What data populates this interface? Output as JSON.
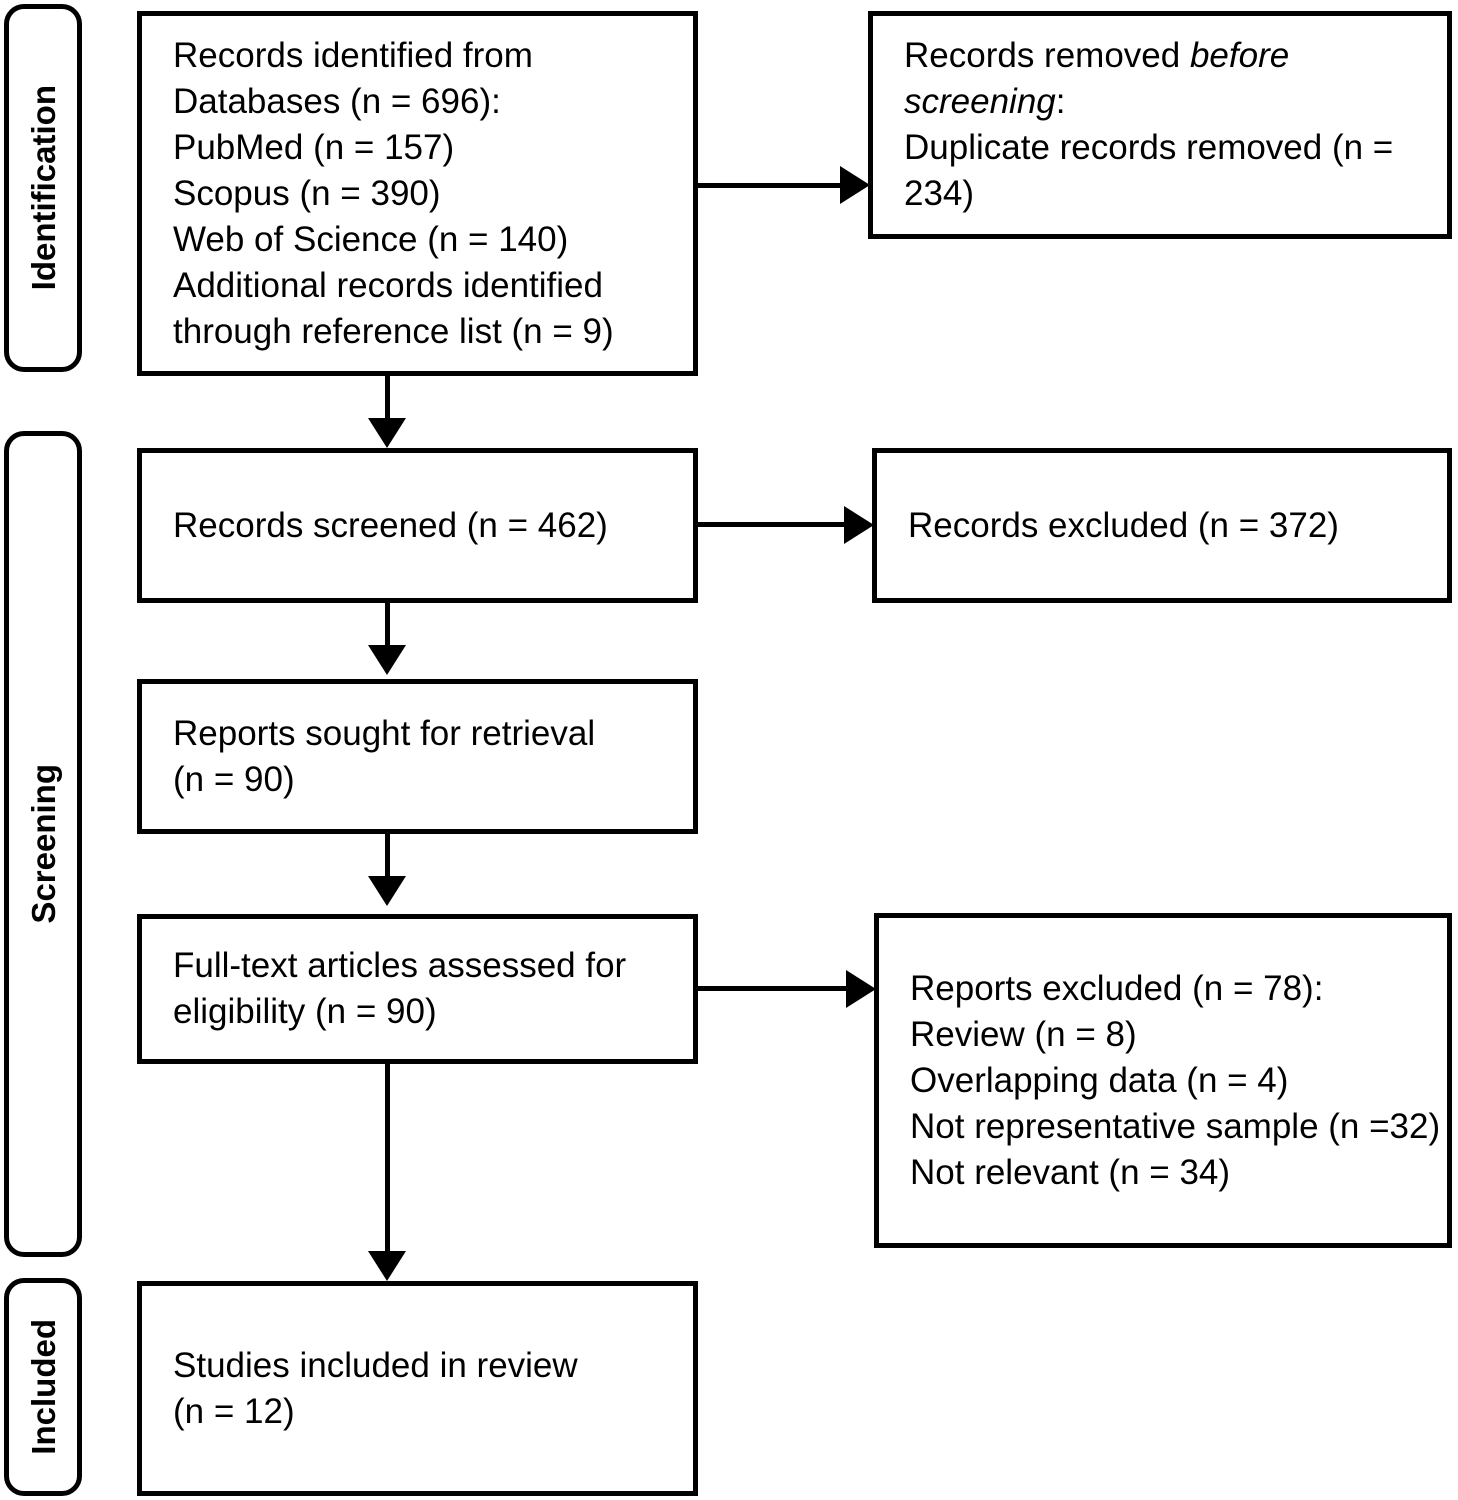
{
  "diagram": {
    "title": "PRISMA flow diagram",
    "type": "prisma-flowchart",
    "stroke_color": "#000000",
    "background_color": "#ffffff"
  },
  "phases": [
    {
      "id": "identification",
      "label": "Identification"
    },
    {
      "id": "screening",
      "label": "Screening"
    },
    {
      "id": "included",
      "label": "Included"
    }
  ],
  "boxes": {
    "identified": {
      "id": "records-identified",
      "phase": "identification",
      "text": "Records identified from\nDatabases (n = 696):\nPubMed (n = 157)\nScopus (n = 390)\nWeb of Science (n = 140)\nAdditional records identified\nthrough reference list (n = 9)",
      "lines": [
        "Records identified from",
        "Databases (n = 696):",
        "PubMed (n = 157)",
        "Scopus (n = 390)",
        "Web of Science (n = 140)",
        "Additional records identified",
        "through reference list (n = 9)"
      ]
    },
    "removed_before_screening": {
      "id": "records-removed-before-screening",
      "phase": "identification",
      "line1_plain": "Records removed ",
      "line1_italic": "before",
      "line2_italic": "screening",
      "line2_plain": ":",
      "line3": "Duplicate records removed (n =",
      "line4": "234)"
    },
    "screened": {
      "id": "records-screened",
      "phase": "screening",
      "text": "Records screened (n = 462)"
    },
    "excluded_screened": {
      "id": "records-excluded",
      "phase": "screening",
      "text": "Records excluded (n = 372)"
    },
    "sought": {
      "id": "reports-sought-for-retrieval",
      "phase": "screening",
      "text": "Reports sought for retrieval\n(n = 90)"
    },
    "assessed": {
      "id": "full-text-articles-assessed",
      "phase": "screening",
      "text": "Full-text articles assessed for\neligibility (n = 90)"
    },
    "reports_excluded": {
      "id": "reports-excluded",
      "phase": "screening",
      "text": "Reports excluded (n = 78):\nReview (n = 8)\nOverlapping data (n = 4)\nNot representative sample (n =32)\nNot relevant (n = 34)",
      "lines": [
        "Reports excluded (n = 78):",
        "Review (n = 8)",
        "Overlapping data (n = 4)",
        "Not representative sample (n =32)",
        "Not relevant (n = 34)"
      ]
    },
    "included_studies": {
      "id": "studies-included-in-review",
      "phase": "included",
      "text": "Studies included in review\n(n = 12)"
    }
  },
  "counts": {
    "databases_total": 696,
    "pubmed": 157,
    "scopus": 390,
    "web_of_science": 140,
    "reference_list": 9,
    "duplicates_removed": 234,
    "records_screened": 462,
    "records_excluded": 372,
    "reports_sought": 90,
    "full_text_assessed": 90,
    "reports_excluded_total": 78,
    "excluded_review": 8,
    "excluded_overlapping_data": 4,
    "excluded_not_representative": 32,
    "excluded_not_relevant": 34,
    "studies_included": 12
  }
}
